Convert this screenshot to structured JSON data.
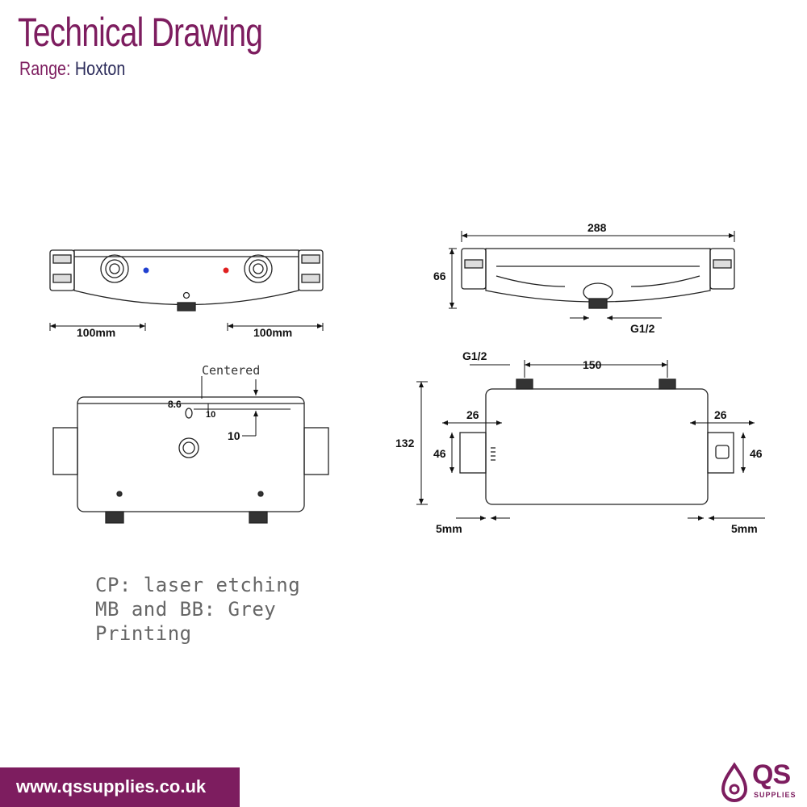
{
  "header": {
    "title": "Technical Drawing",
    "range_key": "Range:",
    "range_value": "Hoxton"
  },
  "dimensions": {
    "front_left": "100mm",
    "front_right": "100mm",
    "top_width": "288",
    "top_height": "66",
    "top_outlet": "G1/2",
    "centered": "Centered",
    "d_8_6": "8.6",
    "d_10a": "10",
    "d_10b": "10",
    "back_inlet": "G1/2",
    "back_spacing": "150",
    "back_height": "132",
    "left_26": "26",
    "right_26": "26",
    "left_46": "46",
    "right_46": "46",
    "left_5mm": "5mm",
    "right_5mm": "5mm"
  },
  "notes": {
    "line1": "CP: laser etching",
    "line2": "MB and BB: Grey",
    "line3": "Printing"
  },
  "footer": {
    "url": "www.qssupplies.co.uk",
    "logo_text": "QS",
    "logo_sub": "SUPPLIES"
  },
  "colors": {
    "brand": "#7d1d5f",
    "hot": "#e02020",
    "cold": "#2040d0"
  }
}
